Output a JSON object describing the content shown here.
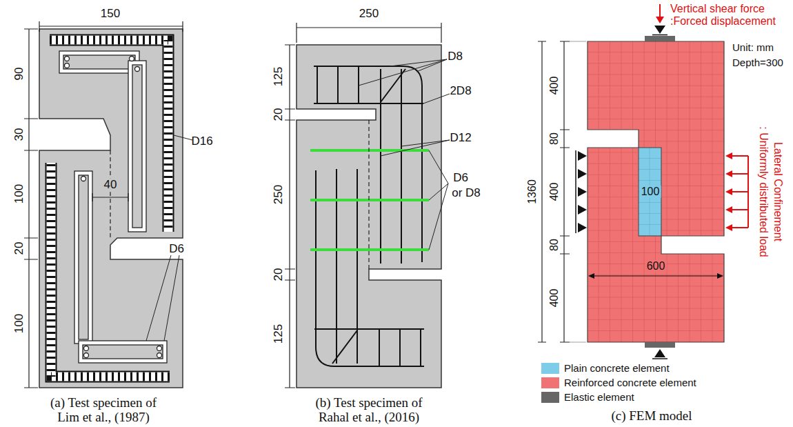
{
  "diagram": {
    "labels": [
      "150",
      "90",
      "30",
      "100",
      "20",
      "100",
      "40",
      "D16",
      "D6",
      "(a) Test specimen of Lim et al., (1987)",
      "250",
      "125",
      "20",
      "250",
      "20",
      "125",
      "D8",
      "2D8",
      "D12",
      "D6",
      "or D8",
      "(b) Test specimen of Rahal et al., (2016)",
      "Vertical shear force :Forced displacement",
      "Unit: mm",
      "Depth=300",
      "400",
      "80",
      "400",
      "80",
      "400",
      "1360",
      "100",
      "600",
      "Lateral Confinement",
      ": Uniformly distributed load",
      "(c) FEM model"
    ],
    "legend": [
      {
        "text": "Plain concrete element",
        "color": "#7ecce8"
      },
      {
        "text": "Reinforced concrete element",
        "color": "#f07272"
      },
      {
        "text": "Elastic element",
        "color": "#666666"
      }
    ]
  }
}
